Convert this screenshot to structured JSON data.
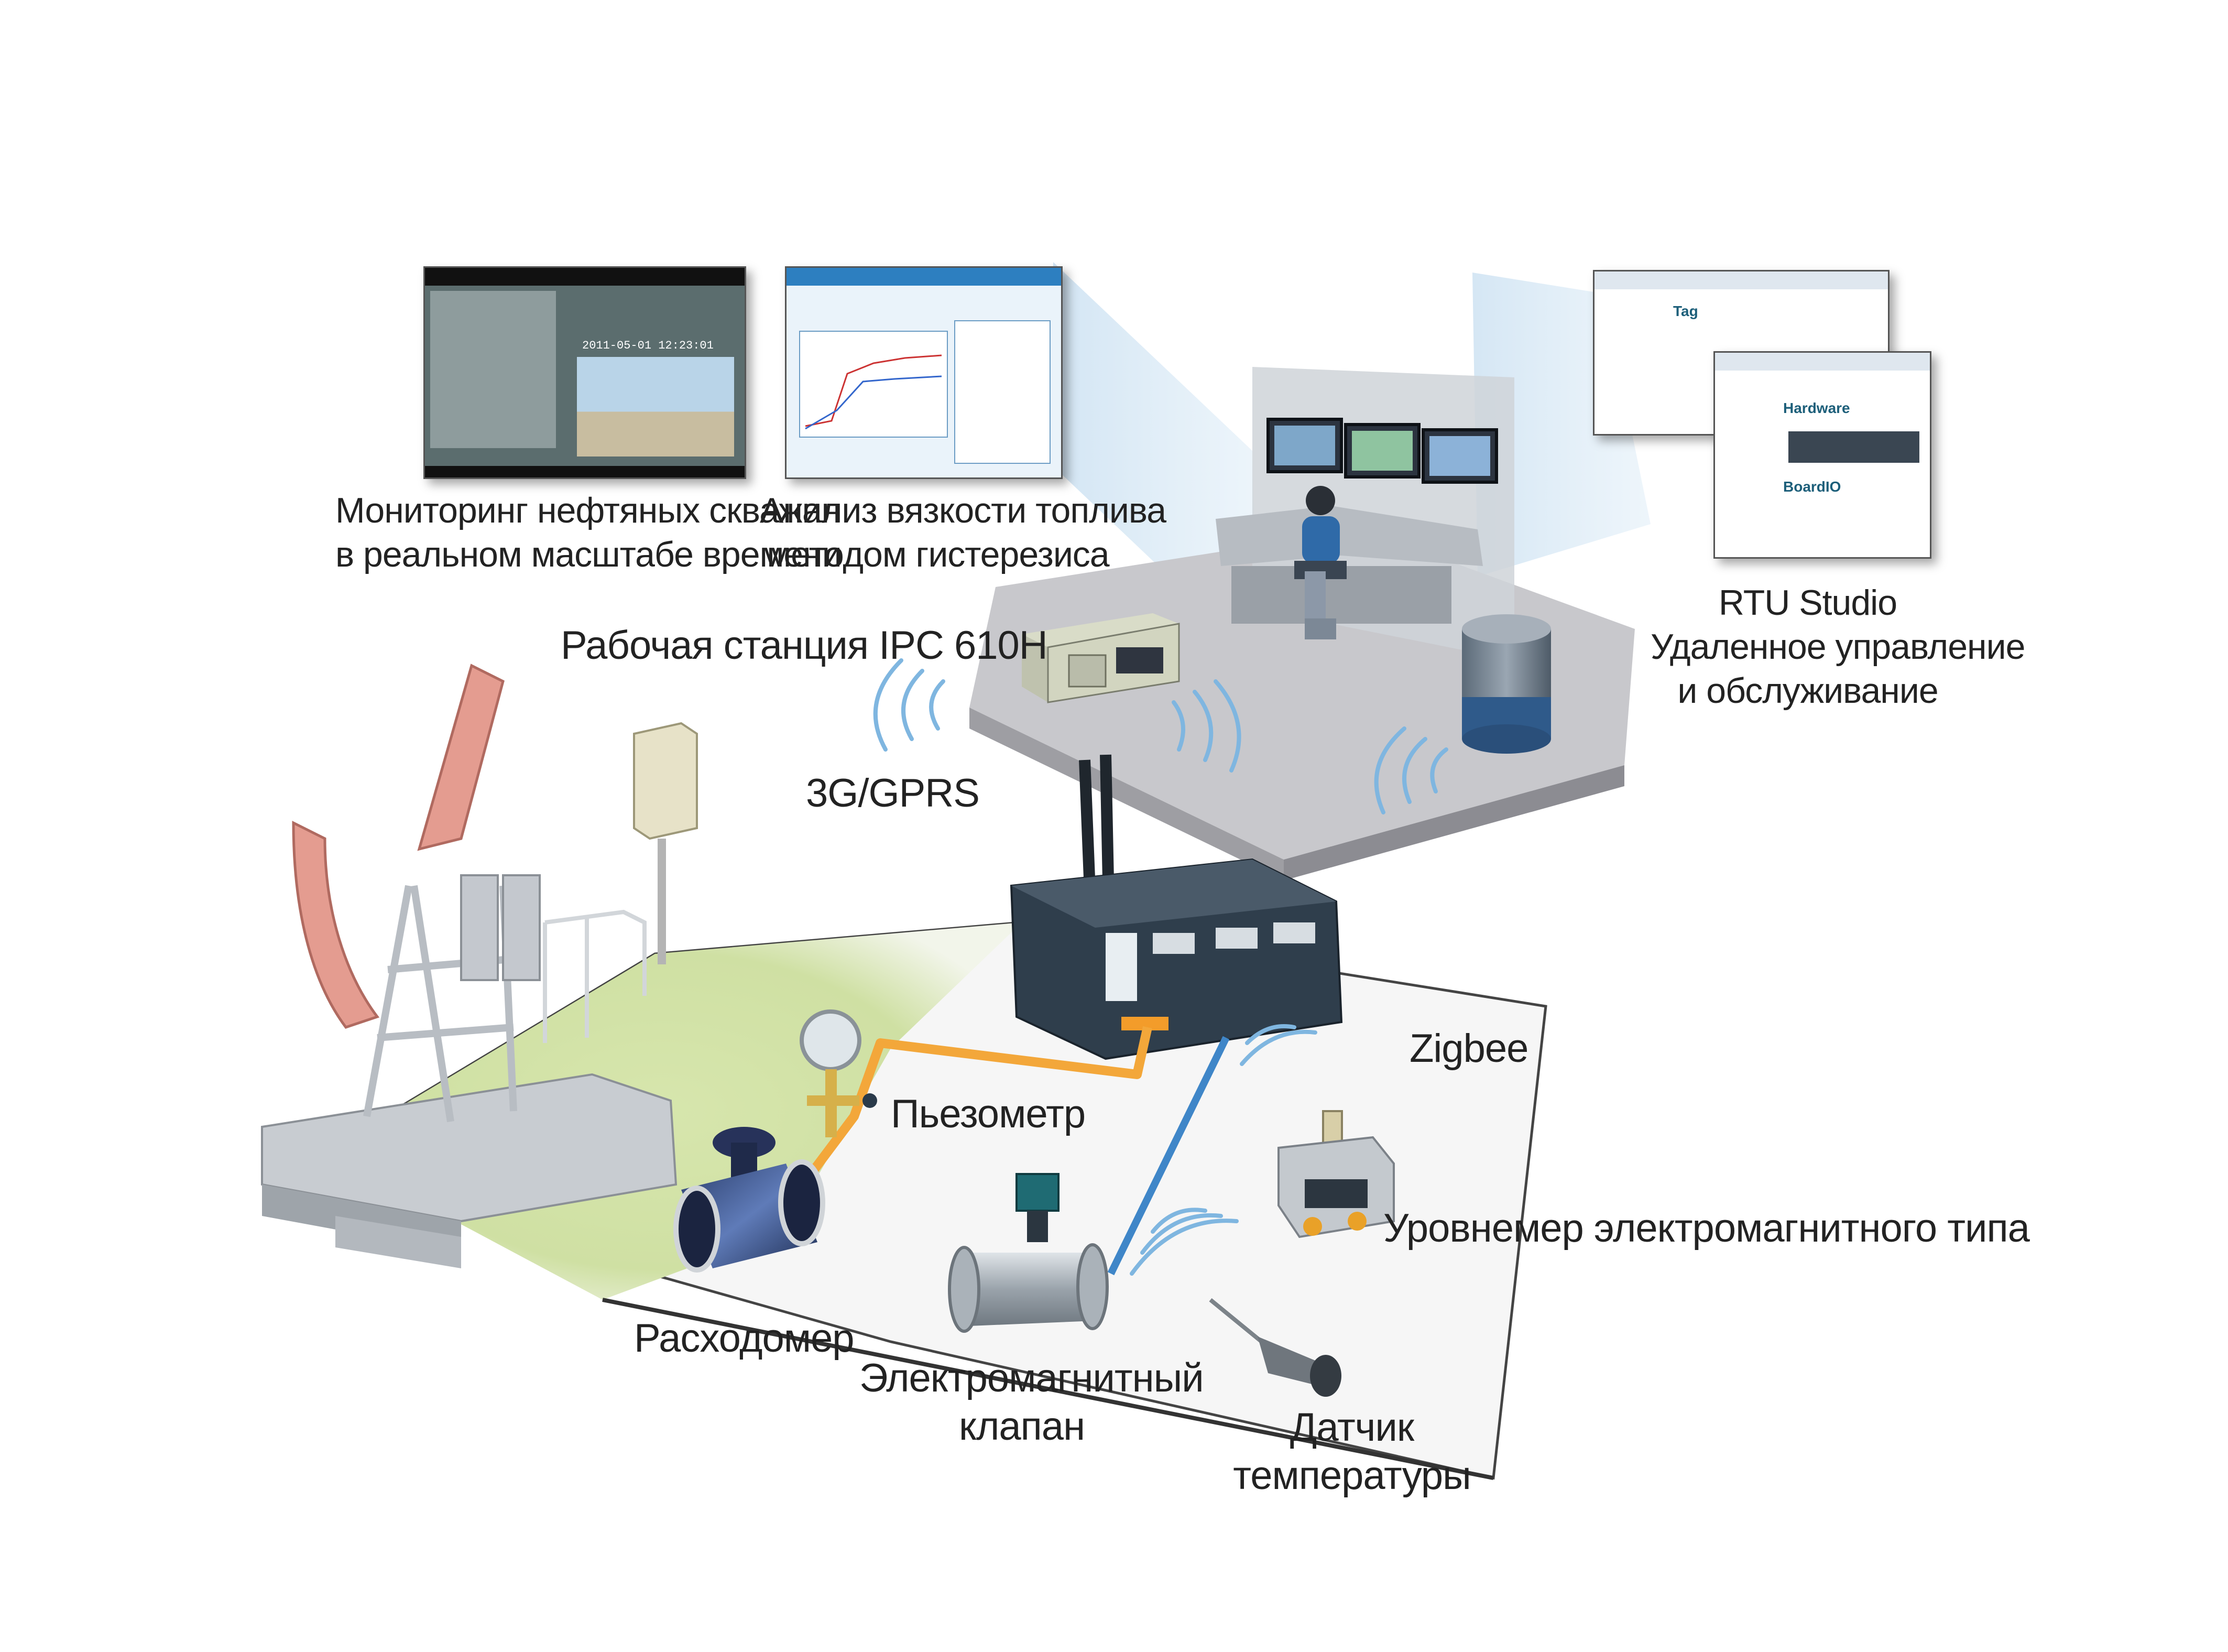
{
  "labels": {
    "monitoring": [
      "Мониторинг нефтяных скважин",
      "в реальном масштабе времени"
    ],
    "viscosity": [
      "Анализ вязкости топлива",
      "методом гистерезиса"
    ],
    "rtu": [
      "RTU Studio",
      "Удаленное управление",
      "и обслуживание"
    ],
    "workstation": "Рабочая станция IPC 610H",
    "gprs": "3G/GPRS",
    "zigbee": "Zigbee",
    "piezometer": "Пьезометр",
    "level_meter": "Уровнемер электромагнитного типа",
    "flowmeter": "Расходомер",
    "valve": [
      "Электромагнитный",
      "клапан"
    ],
    "temp_sensor": [
      "Датчик",
      "температуры"
    ]
  },
  "screens": {
    "monitoring_timestamp": "2011-05-01  12:23:01",
    "rtu_sections": [
      "Tag",
      "Hardware",
      "BoardIO"
    ]
  },
  "colors": {
    "platform": "#c9c9cc",
    "platform_side": "#a8a8ac",
    "field_green": "#cfe0a6",
    "field_white": "#f4f4f4",
    "pump_beam": "#e79a8e",
    "orange_link": "#f3a73a",
    "blue_link": "#3f86c8",
    "wireless": "#7fb6e0",
    "device_dark": "#2f3e4c",
    "beam_projection": "#cfe3f1"
  }
}
